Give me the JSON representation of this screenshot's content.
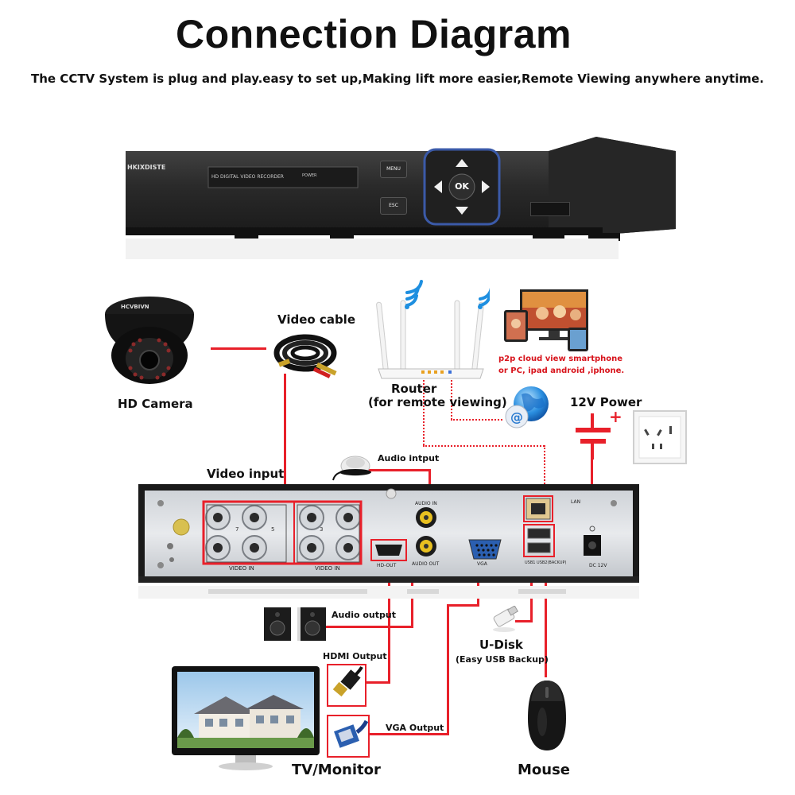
{
  "header": {
    "title": "Connection Diagram",
    "subtitle": "The CCTV System is plug and play.easy to set up,Making lift more easier,Remote Viewing anywhere anytime."
  },
  "dvr_front": {
    "brand": "HKIXDISTE",
    "panel_label": "HD DIGITAL VIDEO RECORDER",
    "power_label": "POWER",
    "menu_label": "MENU",
    "esc_label": "ESC",
    "ok_label": "OK"
  },
  "camera": {
    "brand": "HCVBIVN",
    "label": "HD Camera"
  },
  "video_cable": {
    "label": "Video cable"
  },
  "router": {
    "label": "Router",
    "sublabel": "(for remote viewing)"
  },
  "cloud": {
    "line1": "p2p cloud  view smartphone",
    "line2": "or PC, ipad android ,iphone."
  },
  "power": {
    "label": "12V Power",
    "plus": "+",
    "minus": "−"
  },
  "video_input": {
    "label": "Video input"
  },
  "audio_input": {
    "label": "Audio intput"
  },
  "dvr_rear": {
    "ch7": "7",
    "ch5": "5",
    "ch3": "3",
    "video_in_1": "VIDEO IN",
    "video_in_2": "VIDEO IN",
    "audio_in": "AUDIO IN",
    "audio_out": "AUDIO OUT",
    "hd_out": "HD-OUT",
    "vga": "VGA",
    "lan": "LAN",
    "usb": "USB1 USB2(BACKUP)",
    "dc": "DC 12V"
  },
  "audio_output": {
    "label": "Audio output"
  },
  "hdmi_output": {
    "label": "HDMI Output"
  },
  "vga_output": {
    "label": "VGA Output"
  },
  "udisk": {
    "label": "U-Disk",
    "sublabel": "(Easy USB Backup)"
  },
  "tv": {
    "label": "TV/Monitor"
  },
  "mouse": {
    "label": "Mouse"
  }
}
